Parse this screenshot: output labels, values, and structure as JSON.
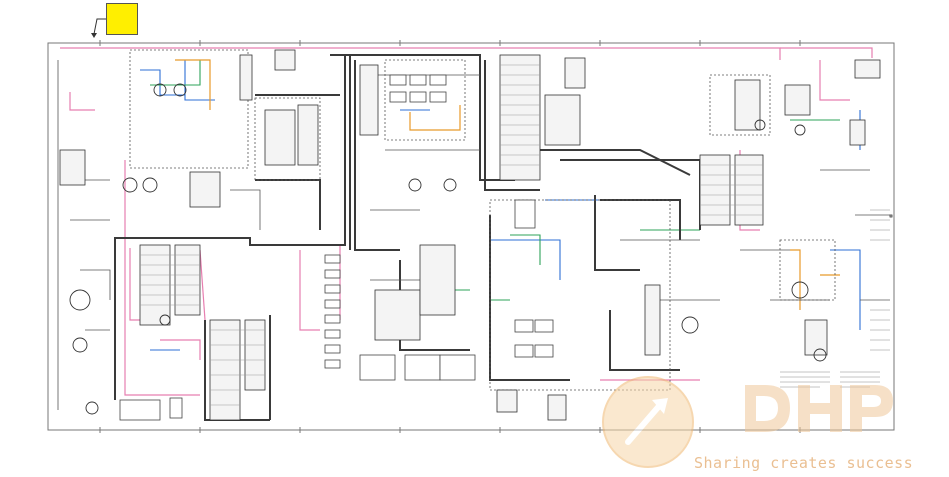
{
  "colors": {
    "callout": "#ffef00",
    "frame": "#777777",
    "harness": "#3a3a3a",
    "pink_wire": "#e77fb0",
    "blue_wire": "#2e6fd6",
    "green_wire": "#2ea35a",
    "orange_wire": "#e89a2a",
    "watermark": "#f2c98c"
  },
  "watermark": {
    "brand": "DHP",
    "tagline": "Sharing creates success"
  },
  "icons": [
    "callout-marker",
    "leader-arrow",
    "watermark-logo"
  ]
}
